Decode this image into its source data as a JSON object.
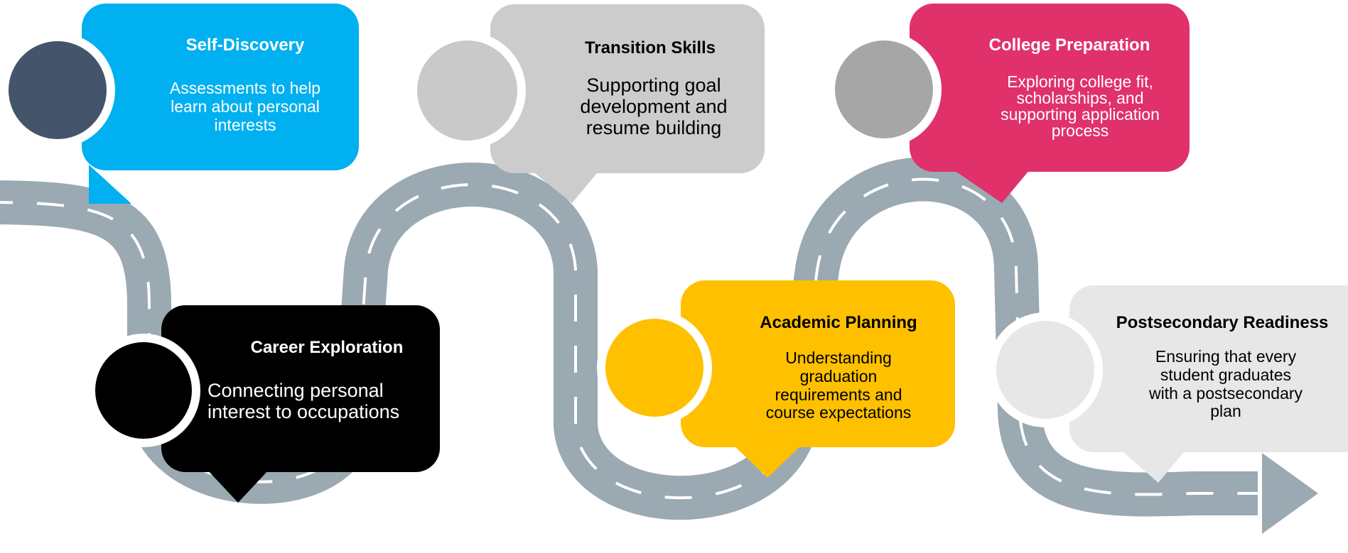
{
  "colors": {
    "road": "#9aa9b2",
    "road_edge": "#ffffff",
    "road_dash": "#ffffff"
  },
  "stages": [
    {
      "id": "self-discovery",
      "title": "Self-Discovery",
      "description": "Assessments to help\nlearn about personal\ninterests",
      "bubble_color": "#00b0f0",
      "circle_color": "#44546a",
      "text_color": "#ffffff"
    },
    {
      "id": "career-exploration",
      "title": "Career Exploration",
      "description": "Connecting personal\ninterest to occupations",
      "bubble_color": "#000000",
      "circle_color": "#000000",
      "text_color": "#ffffff"
    },
    {
      "id": "transition-skills",
      "title": "Transition Skills",
      "description": "Supporting goal\ndevelopment and\nresume building",
      "bubble_color": "#cccccc",
      "circle_color": "#c9c9c9",
      "text_color": "#000000"
    },
    {
      "id": "academic-planning",
      "title": "Academic Planning",
      "description": "Understanding\ngraduation\nrequirements and\ncourse expectations",
      "bubble_color": "#ffc000",
      "circle_color": "#ffc000",
      "text_color": "#000000"
    },
    {
      "id": "college-preparation",
      "title": "College Preparation",
      "description": "Exploring college fit,\nscholarships, and\nsupporting application\nprocess",
      "bubble_color": "#e0316b",
      "circle_color": "#a6a6a6",
      "text_color": "#ffffff"
    },
    {
      "id": "postsecondary-readiness",
      "title": "Postsecondary Readiness",
      "description": "Ensuring that every\nstudent graduates\nwith a postsecondary\nplan",
      "bubble_color": "#e7e7e7",
      "circle_color": "#e7e7e7",
      "text_color": "#000000"
    }
  ]
}
